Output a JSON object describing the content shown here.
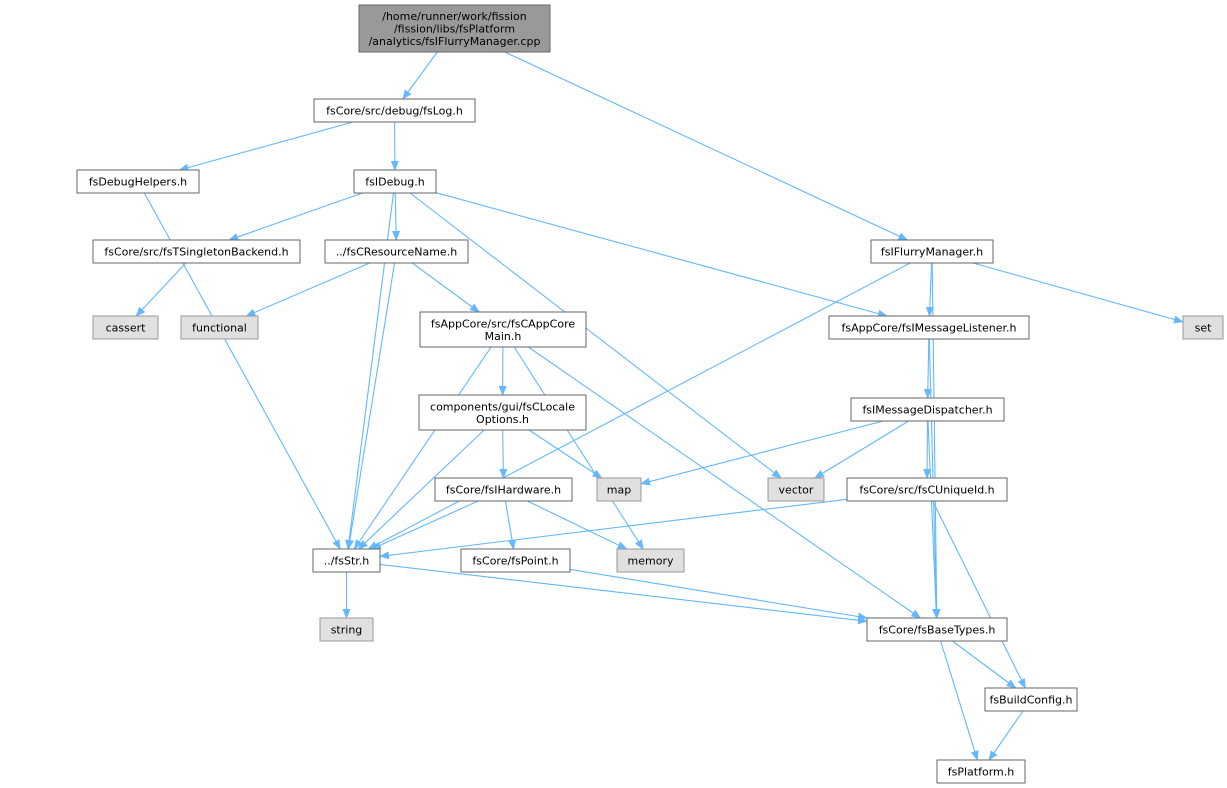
{
  "graph_title": "",
  "colors": {
    "edge": "#63b8ff",
    "node_fill": "#ffffff",
    "node_border": "#666666",
    "external_fill": "#e0e0e0",
    "external_border": "#999999",
    "root_fill": "#999999",
    "root_border": "#666666",
    "text": "#000000"
  },
  "nodes": [
    {
      "id": "root",
      "kind": "root",
      "lines": [
        "/home/runner/work/fission",
        "/fission/libs/fsPlatform",
        "/analytics/fsIFlurryManager.cpp"
      ]
    },
    {
      "id": "fslog",
      "kind": "file",
      "lines": [
        "fsCore/src/debug/fsLog.h"
      ]
    },
    {
      "id": "debughelpers",
      "kind": "file",
      "lines": [
        "fsDebugHelpers.h"
      ]
    },
    {
      "id": "fsidebug",
      "kind": "file",
      "lines": [
        "fsIDebug.h"
      ]
    },
    {
      "id": "singleton",
      "kind": "file",
      "lines": [
        "fsCore/src/fsTSingletonBackend.h"
      ]
    },
    {
      "id": "resname",
      "kind": "file",
      "lines": [
        "../fsCResourceName.h"
      ]
    },
    {
      "id": "flurry",
      "kind": "file",
      "lines": [
        "fsIFlurryManager.h"
      ]
    },
    {
      "id": "cassert",
      "kind": "external",
      "lines": [
        "cassert"
      ]
    },
    {
      "id": "functional",
      "kind": "external",
      "lines": [
        "functional"
      ]
    },
    {
      "id": "appcoremain",
      "kind": "file",
      "lines": [
        "fsAppCore/src/fsCAppCore",
        "Main.h"
      ]
    },
    {
      "id": "msglistener",
      "kind": "file",
      "lines": [
        "fsAppCore/fsIMessageListener.h"
      ]
    },
    {
      "id": "set",
      "kind": "external",
      "lines": [
        "set"
      ]
    },
    {
      "id": "locale",
      "kind": "file",
      "lines": [
        "components/gui/fsCLocale",
        "Options.h"
      ]
    },
    {
      "id": "msgdispatcher",
      "kind": "file",
      "lines": [
        "fsIMessageDispatcher.h"
      ]
    },
    {
      "id": "hardware",
      "kind": "file",
      "lines": [
        "fsCore/fsIHardware.h"
      ]
    },
    {
      "id": "map",
      "kind": "external",
      "lines": [
        "map"
      ]
    },
    {
      "id": "vector",
      "kind": "external",
      "lines": [
        "vector"
      ]
    },
    {
      "id": "uniqueid",
      "kind": "file",
      "lines": [
        "fsCore/src/fsCUniqueId.h"
      ]
    },
    {
      "id": "fsstr",
      "kind": "file",
      "lines": [
        "../fsStr.h"
      ]
    },
    {
      "id": "point",
      "kind": "file",
      "lines": [
        "fsCore/fsPoint.h"
      ]
    },
    {
      "id": "memory",
      "kind": "external",
      "lines": [
        "memory"
      ]
    },
    {
      "id": "string",
      "kind": "external",
      "lines": [
        "string"
      ]
    },
    {
      "id": "basetypes",
      "kind": "file",
      "lines": [
        "fsCore/fsBaseTypes.h"
      ]
    },
    {
      "id": "buildconfig",
      "kind": "file",
      "lines": [
        "fsBuildConfig.h"
      ]
    },
    {
      "id": "platform",
      "kind": "file",
      "lines": [
        "fsPlatform.h"
      ]
    }
  ],
  "edges": [
    {
      "from": "root",
      "to": "fslog"
    },
    {
      "from": "root",
      "to": "flurry"
    },
    {
      "from": "fslog",
      "to": "debughelpers"
    },
    {
      "from": "fslog",
      "to": "fsidebug"
    },
    {
      "from": "debughelpers",
      "to": "fsstr"
    },
    {
      "from": "fsidebug",
      "to": "singleton"
    },
    {
      "from": "fsidebug",
      "to": "resname"
    },
    {
      "from": "fsidebug",
      "to": "fsstr"
    },
    {
      "from": "fsidebug",
      "to": "vector"
    },
    {
      "from": "fsidebug",
      "to": "msglistener"
    },
    {
      "from": "singleton",
      "to": "cassert"
    },
    {
      "from": "resname",
      "to": "functional"
    },
    {
      "from": "resname",
      "to": "appcoremain"
    },
    {
      "from": "resname",
      "to": "fsstr"
    },
    {
      "from": "appcoremain",
      "to": "locale"
    },
    {
      "from": "appcoremain",
      "to": "fsstr"
    },
    {
      "from": "appcoremain",
      "to": "memory"
    },
    {
      "from": "appcoremain",
      "to": "basetypes"
    },
    {
      "from": "locale",
      "to": "hardware"
    },
    {
      "from": "locale",
      "to": "map"
    },
    {
      "from": "locale",
      "to": "fsstr"
    },
    {
      "from": "hardware",
      "to": "point"
    },
    {
      "from": "hardware",
      "to": "memory"
    },
    {
      "from": "hardware",
      "to": "fsstr"
    },
    {
      "from": "point",
      "to": "basetypes"
    },
    {
      "from": "fsstr",
      "to": "string"
    },
    {
      "from": "fsstr",
      "to": "basetypes"
    },
    {
      "from": "flurry",
      "to": "msglistener"
    },
    {
      "from": "flurry",
      "to": "set"
    },
    {
      "from": "flurry",
      "to": "fsstr"
    },
    {
      "from": "flurry",
      "to": "basetypes"
    },
    {
      "from": "msglistener",
      "to": "msgdispatcher"
    },
    {
      "from": "msglistener",
      "to": "basetypes"
    },
    {
      "from": "msgdispatcher",
      "to": "map"
    },
    {
      "from": "msgdispatcher",
      "to": "vector"
    },
    {
      "from": "msgdispatcher",
      "to": "uniqueid"
    },
    {
      "from": "msgdispatcher",
      "to": "basetypes"
    },
    {
      "from": "uniqueid",
      "to": "fsstr"
    },
    {
      "from": "uniqueid",
      "to": "buildconfig"
    },
    {
      "from": "basetypes",
      "to": "buildconfig"
    },
    {
      "from": "basetypes",
      "to": "platform"
    },
    {
      "from": "buildconfig",
      "to": "platform"
    }
  ]
}
